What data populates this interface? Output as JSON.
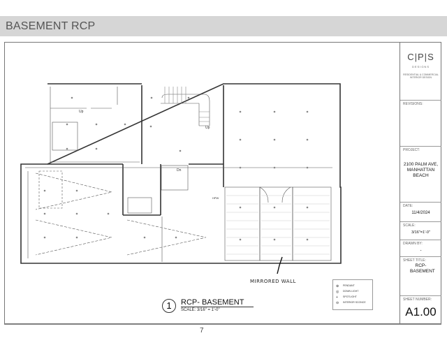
{
  "header": {
    "title": "BASEMENT RCP"
  },
  "title_block": {
    "logo": "C|P|S",
    "logo_sub": "DESIGNS",
    "tagline": "RESIDENTIAL & COMMERCIAL INTERIOR DESIGN",
    "revisions_label": "REVISIONS:",
    "project_label": "PROJECT:",
    "project_value": "2100 PALM AVE, MANHATTAN BEACH",
    "date_label": "DATE:",
    "date_value": "11/4/2024",
    "scale_label": "SCALE:",
    "scale_value": "3/16\"=1'-0\"",
    "drawn_by_label": "DRAWN BY:",
    "drawn_by_value": "-",
    "sheet_title_label": "SHEET TITLE:",
    "sheet_title_value": "RCP- BASEMENT",
    "sheet_number_label": "SHEET NUMBER:",
    "sheet_number_value": "A1.00"
  },
  "drawing": {
    "number": "1",
    "title": "RCP- BASEMENT",
    "scale": "SCALE: 3/16\" = 1'-0\"",
    "annotation": "MIRRORED WALL",
    "labels": {
      "up1": "Up",
      "up2": "Up",
      "dn": "Dn",
      "hpw": "HPW"
    }
  },
  "legend": [
    {
      "icon": "pendant-icon",
      "label": "PENDANT"
    },
    {
      "icon": "downlight-icon",
      "label": "DOWN LIGHT"
    },
    {
      "icon": "spotlight-icon",
      "label": "SPOTLIGHT"
    },
    {
      "icon": "interior-sconce-icon",
      "label": "INTERIOR SCONCE"
    }
  ],
  "page_number": "7"
}
